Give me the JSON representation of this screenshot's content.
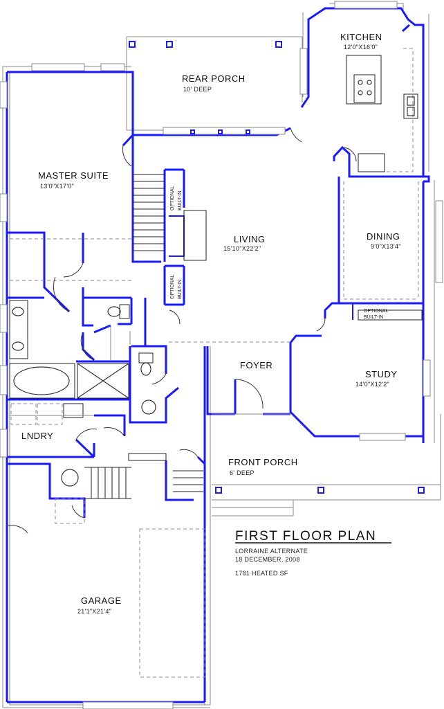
{
  "rooms": {
    "kitchen": {
      "label": "KITCHEN",
      "dims": "12'0\"X16'0\""
    },
    "rear_porch": {
      "label": "REAR PORCH",
      "dims": "10' DEEP"
    },
    "master_suite": {
      "label": "MASTER SUITE",
      "dims": "13'0\"X17'0\""
    },
    "living": {
      "label": "LIVING",
      "dims": "15'10\"X22'2\""
    },
    "dining": {
      "label": "DINING",
      "dims": "9'0\"X13'4\""
    },
    "foyer": {
      "label": "FOYER",
      "dims": ""
    },
    "study": {
      "label": "STUDY",
      "dims": "14'0\"X12'2\""
    },
    "lndry": {
      "label": "LNDRY",
      "dims": ""
    },
    "front_porch": {
      "label": "FRONT PORCH",
      "dims": "6' DEEP"
    },
    "garage": {
      "label": "GARAGE",
      "dims": "21'1\"X21'4\""
    }
  },
  "notes": {
    "optional": "OPTIONAL",
    "built_in": "BUILT-IN"
  },
  "title_block": {
    "title": "FIRST FLOOR PLAN",
    "plan_name": "LORRAINE ALTERNATE",
    "date": "18 DECEMBER, 2008",
    "area": "1781 HEATED SF"
  },
  "colors": {
    "wall": "#1a1aff",
    "line": "#888888"
  }
}
